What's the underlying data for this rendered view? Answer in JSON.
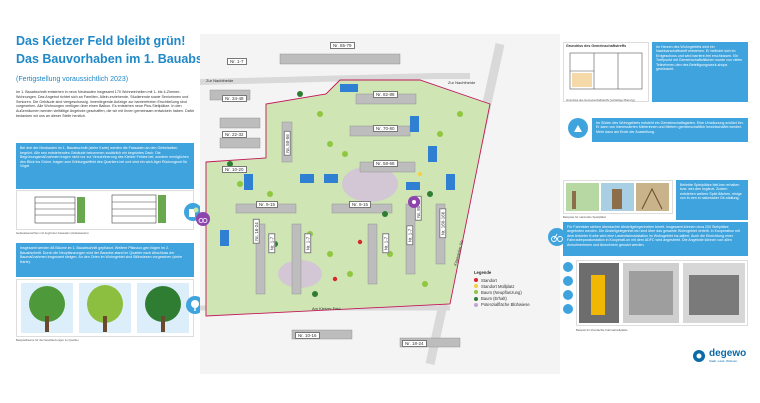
{
  "header": {
    "title_line1": "Das Kietzer Feld bleibt grün!",
    "title_line2": "Das Bauvorhaben im 1. Bauabschnitt",
    "subtitle": "(Fertigstellung voraussichtlich 2023)"
  },
  "intro_text": "Im 1. Bauabschnitt entstehen in neun Neubauten insgesamt 170 Wohneinheiten mit 1- bis 4-Zimmer-Wohnungen. Das Angebot richtet sich an Familien, Allein-erziehende, Studierende sowie Seniorinnen und Senioren. Die Gebäude sind viergeschossig. Innenliegende Aufzüge zur barrierefreien Erschließung sind vorgesehen. Alle Wohnungen verfügen über einen Balkon. Es entstehen neue Pkw-Stellplätze. In den Außenräumen werden vielfältige Angebote geschaffen, die wir mit Ihnen gemeinsam entwickeln haben. Dafür bedanken wir uns an dieser Stelle herzlich.",
  "facade_text": "Bei drei der Neubauten im 1. Bauabschnitt (siehe Karte) werden die Fassaden an den Giebelseiten begrünt. Alle neu entstehenden Gebäude bekommen zusätzlich ein begrüntes Dach. Die Begrünungsmaßnahmen tragen nicht nur zur Verschönerung des Kietzer Feldes bei, sondern ermöglichen den Blick ins Grüne, tragen zum Kühlungseffekt des Quartiers bei und sind ein wich-tiger Rückzugsort für Vögel.",
  "facade_caption": "Gebäudeansichten mit begrünten Fassaden (Giebelseiten)",
  "trees_text": "Insgesamt werden 88 Bäume im 1. Bauabschnitt gepflanzt. Weitere Pflanzun-gen folgen im 2. Bauabschnitt. Durch die Neupflanzungen wird der Baumbe-stand im Quartier nach Abschluss der Baumaßnahmen insgesamt steigen. An den Orten im Wohngebiet sind Blühwiesen vorgesehen (siehe Karte).",
  "trees_caption": "Beispielbäume für die Neupflanzungen im Quartier",
  "right": {
    "community_title": "Grundriss des Gemeinschaftstreffs",
    "community_text": "Im Herzen des Wohngebiets wird ein Nachbarschaftstreff entstehen. Er befindet sich im Erdgeschoss und wird barriere-frei erschlossen. Ein Treffpunkt mit Gemeinschaftsflächen wurde von vielen Teilnehmen-den des Beteiligungswork-shops gewünscht.",
    "community_caption": "Grundriss des Gemeinschaftstreffs (vorläufige Planung)",
    "garden_text": "Im Süden des Wohngebiets entsteht ein Gemeinschaftsgarten. Eine Umzäunung schützt ihn. Er kann von interessierten Mieterinnen und Mietern gemeinschaftlich bewirtschaftet werden. Mehr dazu am Ende der Ausstellung.",
    "play_text": "Beliebte Spielplätze blei-ben erhalten bzw. wer-den ergänzt. Zudem entstehen weitere Spiel-flächen, einige von ih-nen in naturnaher Ge-staltung.",
    "play_caption": "Beispiele für naturnahe Spielplätze",
    "bike_text": "Für Fahrräder stehen überdachte Abstellgelegenheiten bereit. Insgesamt können circa 200 Stellplätze angeboten werden. Die Abstellgelegenhei-ten sind über das gesamte Wohngebiet verteilt. In Kooperation mit dem Anbieter Kurbe wird eine Lastenfahrradstation im Wohngebiet ins-talliert. Auch die Einrichtung einer Fahrradreparaturstation in Kooperati-on mit dem ADFC wird angestrebt. Die Angebote können von allen Anwohnerinnen und Anwohnern genutzt werden.",
    "bike_caption": "Beispiel für überdachte Fahrradstellplätze"
  },
  "map": {
    "buildings": [
      "Nr. 65-79",
      "Nr. 1-7",
      "Nr. 34-48",
      "Nr. 22-32",
      "Nr. 10-20",
      "Nr. 82-88",
      "Nr. 70-80",
      "Nr. 58-68",
      "Nr. 9-15",
      "Nr. 9-15",
      "Nr. 1-7",
      "Nr. 1-7",
      "Nr. 1-7",
      "Nr. 1-7",
      "Nr. 10-16",
      "Nr. 18-24",
      "Nr. 50-56",
      "Nr. 16-24",
      "Nr. 80-86",
      "Nr. 160-166"
    ],
    "roads": [
      "Zur Nachtheide",
      "Zur Nachtheide",
      "Am Kietzer Feld",
      "Köpenicker Str."
    ],
    "legend_title": "Legende",
    "legend": [
      {
        "label": "Standort",
        "color": "#d9252b"
      },
      {
        "label": "Standort Müllplatz",
        "color": "#f4d03f"
      },
      {
        "label": "Baum (Neupflanzung)",
        "color": "#8fc73e"
      },
      {
        "label": "Baum (Erhalt)",
        "color": "#2f7d32"
      },
      {
        "label": "Potenzialfläche Blühwiese",
        "color": "#c5a3d6"
      }
    ]
  },
  "logo": {
    "name": "degewo",
    "tagline": "Stadt. Land. Wohnen."
  }
}
